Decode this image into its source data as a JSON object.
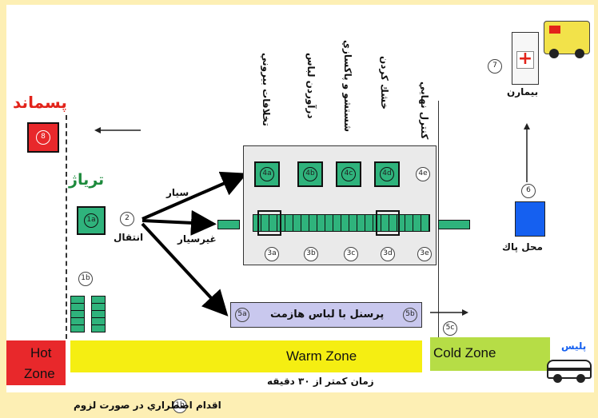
{
  "waste": {
    "title": "پسماند",
    "badge": "8"
  },
  "triage": {
    "title": "ترياژ",
    "badge": "1a"
  },
  "transfer": {
    "badge": "2",
    "label": "انتقال"
  },
  "walking": "سيار",
  "nonwalking": "غيرسيار",
  "steps": [
    {
      "label": "تخلافات بيروني",
      "badge": "4a"
    },
    {
      "label": "درآوردن لباس",
      "badge": "4b"
    },
    {
      "label": "شستشو و پاكسازي",
      "badge": "4c"
    },
    {
      "label": "خشك كردن",
      "badge": "4d"
    }
  ],
  "final_control": {
    "label": "كنترل نهايي",
    "badge": "4e"
  },
  "bottom_badges": [
    "3a",
    "3b",
    "3c",
    "3d",
    "3e"
  ],
  "staff": {
    "label": "پرسنل با لباس هازمت",
    "left_badge": "5a",
    "right_badge": "5b",
    "exit_badge": "5c"
  },
  "badge_1b": "1b",
  "hospital": {
    "badge": "7",
    "label": "بيمارن",
    "cross": "+"
  },
  "clean_area": {
    "badge": "6",
    "label": "محل پاك"
  },
  "zones": {
    "hot_line1": "Hot",
    "hot_line2": "Zone",
    "warm": "Warm Zone",
    "cold": "Cold Zone"
  },
  "time_note": "زمان كمتر از ۳۰ دقيقه",
  "police": "پليس",
  "footnote": {
    "badge": "1b",
    "text": "اقدام اضطراري در صورت لزوم"
  },
  "colors": {
    "hot": "#e8282b",
    "warm": "#f5ee12",
    "cold": "#b6dd46",
    "green": "#2fb37c",
    "blue": "#1560f0",
    "staff_bg": "#c9c8ee"
  }
}
